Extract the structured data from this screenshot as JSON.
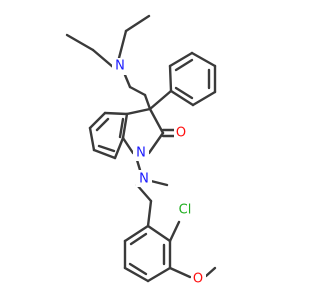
{
  "molecule": {
    "colors": {
      "bond": "#3a3a3a",
      "carbon": "#3a3a3a",
      "nitrogen": "#1a1aff",
      "oxygen": "#ff0d0d",
      "chlorine": "#1fae1f"
    },
    "atom_labels": {
      "n_amine": "N",
      "o_carbonyl": "O",
      "n_ring": "N",
      "n_methyl": "N",
      "cl": "Cl",
      "o_methoxy": "O"
    }
  }
}
